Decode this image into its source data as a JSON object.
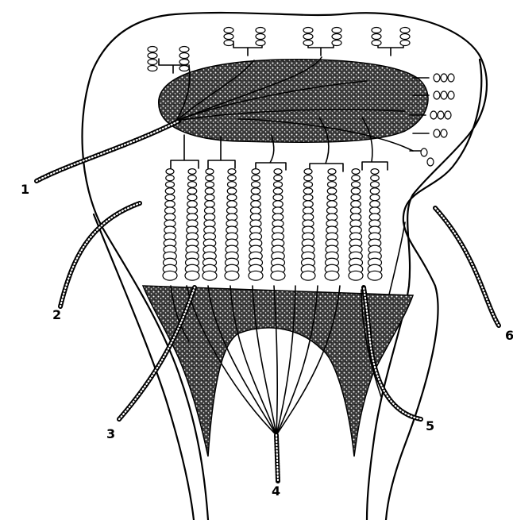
{
  "figure": {
    "labels": [
      "1",
      "2",
      "3",
      "4",
      "5",
      "6"
    ]
  },
  "colors": {
    "ink": "#000000",
    "paper": "#ffffff",
    "stipple": "#2b2b2b"
  }
}
